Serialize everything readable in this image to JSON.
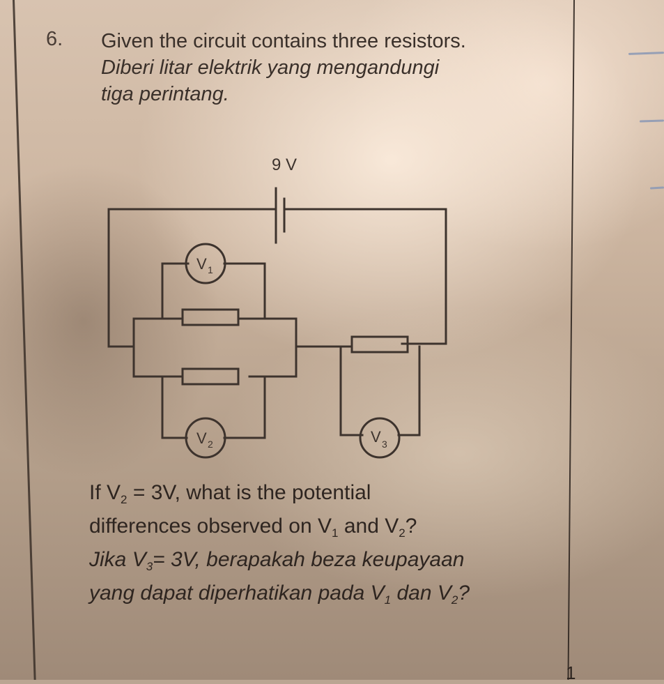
{
  "document": {
    "question_number": "6.",
    "intro": {
      "english": "Given the circuit contains three resistors.",
      "malay_line1": "Diberi litar elektrik yang mengandungi",
      "malay_line2": "tiga perintang."
    },
    "circuit": {
      "battery_label": "9 V",
      "voltmeters": [
        {
          "label": "V",
          "sub": "1"
        },
        {
          "label": "V",
          "sub": "2"
        },
        {
          "label": "V",
          "sub": "3"
        }
      ],
      "resistor_count": 3
    },
    "question": {
      "en_line1_pre": "If ",
      "en_line1_var": "V",
      "en_line1_sub": "2",
      "en_line1_post": " = 3V, what is the potential",
      "en_line2_pre": "differences observed on ",
      "en_line2_var1": "V",
      "en_line2_sub1": "1",
      "en_line2_mid": " and ",
      "en_line2_var2": "V",
      "en_line2_sub2": "2",
      "en_line2_post": "?",
      "ms_line1_pre": "Jika ",
      "ms_line1_var": "V",
      "ms_line1_sub": "3",
      "ms_line1_post": "= 3V, berapakah beza keupayaan",
      "ms_line2_pre": "yang dapat diperhatikan pada ",
      "ms_line2_var1": "V",
      "ms_line2_sub1": "1",
      "ms_line2_mid": " dan ",
      "ms_line2_var2": "V",
      "ms_line2_sub2": "2",
      "ms_line2_post": "?"
    },
    "page_number": "1"
  },
  "colors": {
    "ink": "#2e2520",
    "margin_pen": "#8e9ab5"
  }
}
